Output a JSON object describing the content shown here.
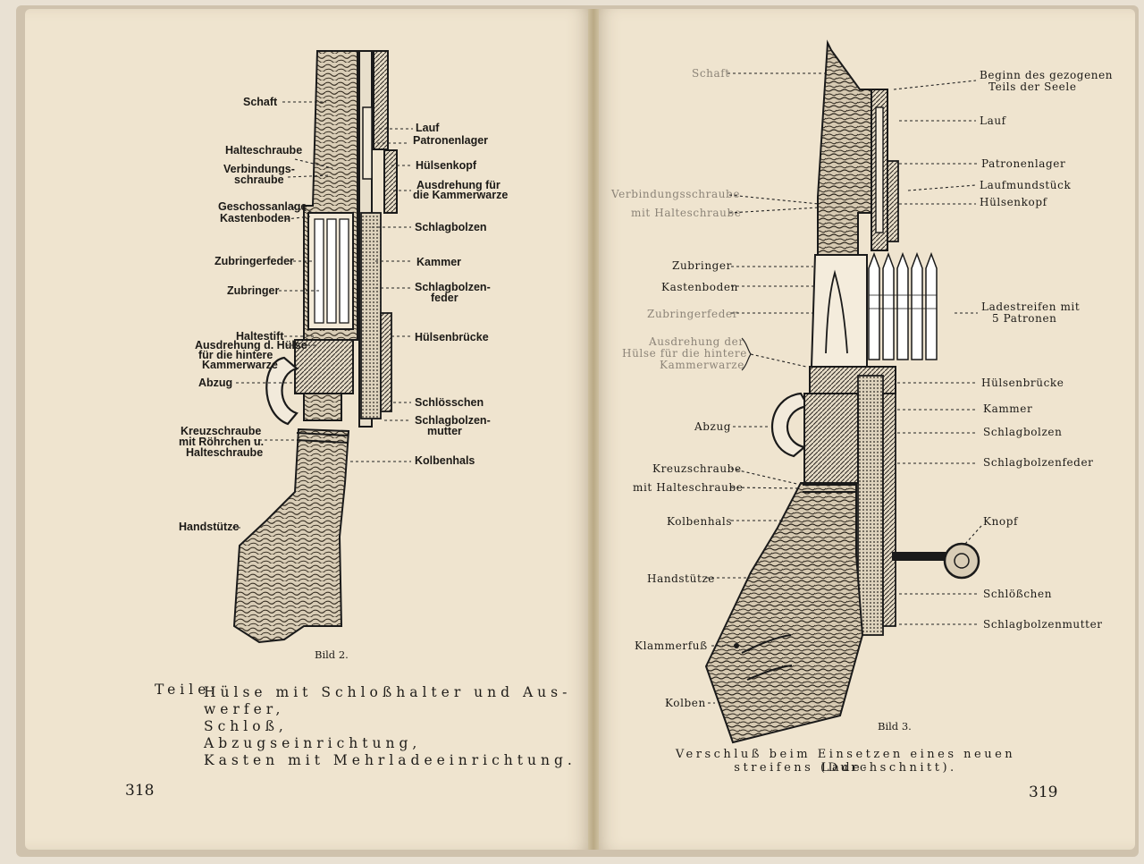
{
  "left_page": {
    "figure_caption": "Bild 2.",
    "labels": {
      "schaft": "Schaft",
      "halteschraube": "Halteschraube",
      "verbindungs1": "Verbindungs-",
      "verbindungs2": "schraube",
      "geschoss": "Geschossanlage",
      "kastenboden": "Kastenboden",
      "zubringerfeder": "Zubringerfeder",
      "zubringer": "Zubringer",
      "haltestift": "Haltestift",
      "ausdrehung1": "Ausdrehung d. Hülse",
      "ausdrehung2": "für die hintere",
      "ausdrehung3": "Kammerwarze",
      "abzug": "Abzug",
      "kreuz1": "Kreuzschraube",
      "kreuz2": "mit Röhrchen u.",
      "kreuz3": "Halteschraube",
      "handstuetze": "Handstütze",
      "lauf": "Lauf",
      "patronenlager": "Patronenlager",
      "huelsenkopf": "Hülsenkopf",
      "ausdr_r1": "Ausdrehung für",
      "ausdr_r2": "die Kammerwarze",
      "schlagbolzen": "Schlagbolzen",
      "kammer": "Kammer",
      "sbfeder1": "Schlagbolzen-",
      "sbfeder2": "feder",
      "huelsenbruecke": "Hülsenbrücke",
      "schloesschen": "Schlösschen",
      "sbmutter1": "Schlagbolzen-",
      "sbmutter2": "mutter",
      "kolbenhals": "Kolbenhals"
    },
    "teile_label": "Teile:",
    "teile_lines": [
      "Hülse mit Schloßhalter und Aus-",
      "werfer,",
      "Schloß,",
      "Abzugseinrichtung,",
      "Kasten mit Mehrladeeinrichtung."
    ],
    "page_number": "318"
  },
  "right_page": {
    "figure_caption": "Bild 3.",
    "labels": {
      "schaft": "Schaft",
      "verbindung": "Verbindungsschraube",
      "mit_halteschraube": "mit Halteschraube",
      "zubringer": "Zubringer",
      "kastenboden": "Kastenboden",
      "zubringerfeder": "Zubringerfeder",
      "ausdr1": "Ausdrehung der",
      "ausdr2": "Hülse für die hintere",
      "ausdr3": "Kammerwarze",
      "abzug": "Abzug",
      "kreuz": "Kreuzschraube",
      "kreuz_mit": "mit Halteschraube",
      "kolbenhals": "Kolbenhals",
      "handstuetze": "Handstütze",
      "klammerfuss": "Klammerfuß",
      "kolben": "Kolben",
      "beginn1": "Beginn des gezogenen",
      "beginn2": "Teils der Seele",
      "lauf": "Lauf",
      "patronenlager": "Patronenlager",
      "laufmund": "Laufmundstück",
      "huelsenkopf": "Hülsenkopf",
      "ladestreifen1": "Ladestreifen mit",
      "ladestreifen2": "5 Patronen",
      "huelsenbruecke": "Hülsenbrücke",
      "kammer": "Kammer",
      "schlagbolzen": "Schlagbolzen",
      "sbfeder": "Schlagbolzenfeder",
      "knopf": "Knopf",
      "schloesschen": "Schlößchen",
      "sbmutter": "Schlagbolzenmutter"
    },
    "caption_lines": [
      "Verschluß beim Einsetzen eines neuen Lade-",
      "streifens (Durchschnitt)."
    ],
    "page_number": "319"
  },
  "colors": {
    "paper": "#efe4cf",
    "ink": "#1c1a17"
  }
}
